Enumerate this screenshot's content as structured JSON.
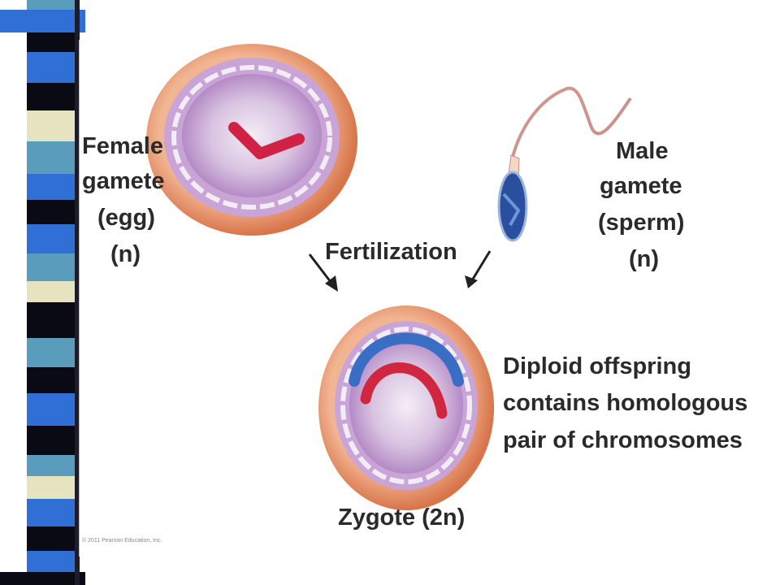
{
  "female_gamete": {
    "line1": "Female",
    "line2": "gamete",
    "line3": "(egg)",
    "ploidy": "(n)"
  },
  "male_gamete": {
    "line1": "Male",
    "line2": "gamete",
    "line3": "(sperm)",
    "ploidy": "(n)"
  },
  "process_label": "Fertilization",
  "zygote_label": "Zygote (2n)",
  "offspring_caption": {
    "line1": "Diploid offspring",
    "line2": "contains homologous",
    "line3": "pair of chromosomes"
  },
  "copyright": "© 2011 Pearson Education, Inc.",
  "colors": {
    "cell_outer": "#e8956a",
    "cell_inner": "#cdb0d6",
    "maternal_chromosome": "#d0263f",
    "paternal_chromosome": "#3a6ec4",
    "sidebar_blue": "#2f6fd6",
    "sidebar_dark": "#0a0a14",
    "sidebar_cream": "#e6e4c0",
    "sidebar_teal": "#5a9cbc"
  }
}
